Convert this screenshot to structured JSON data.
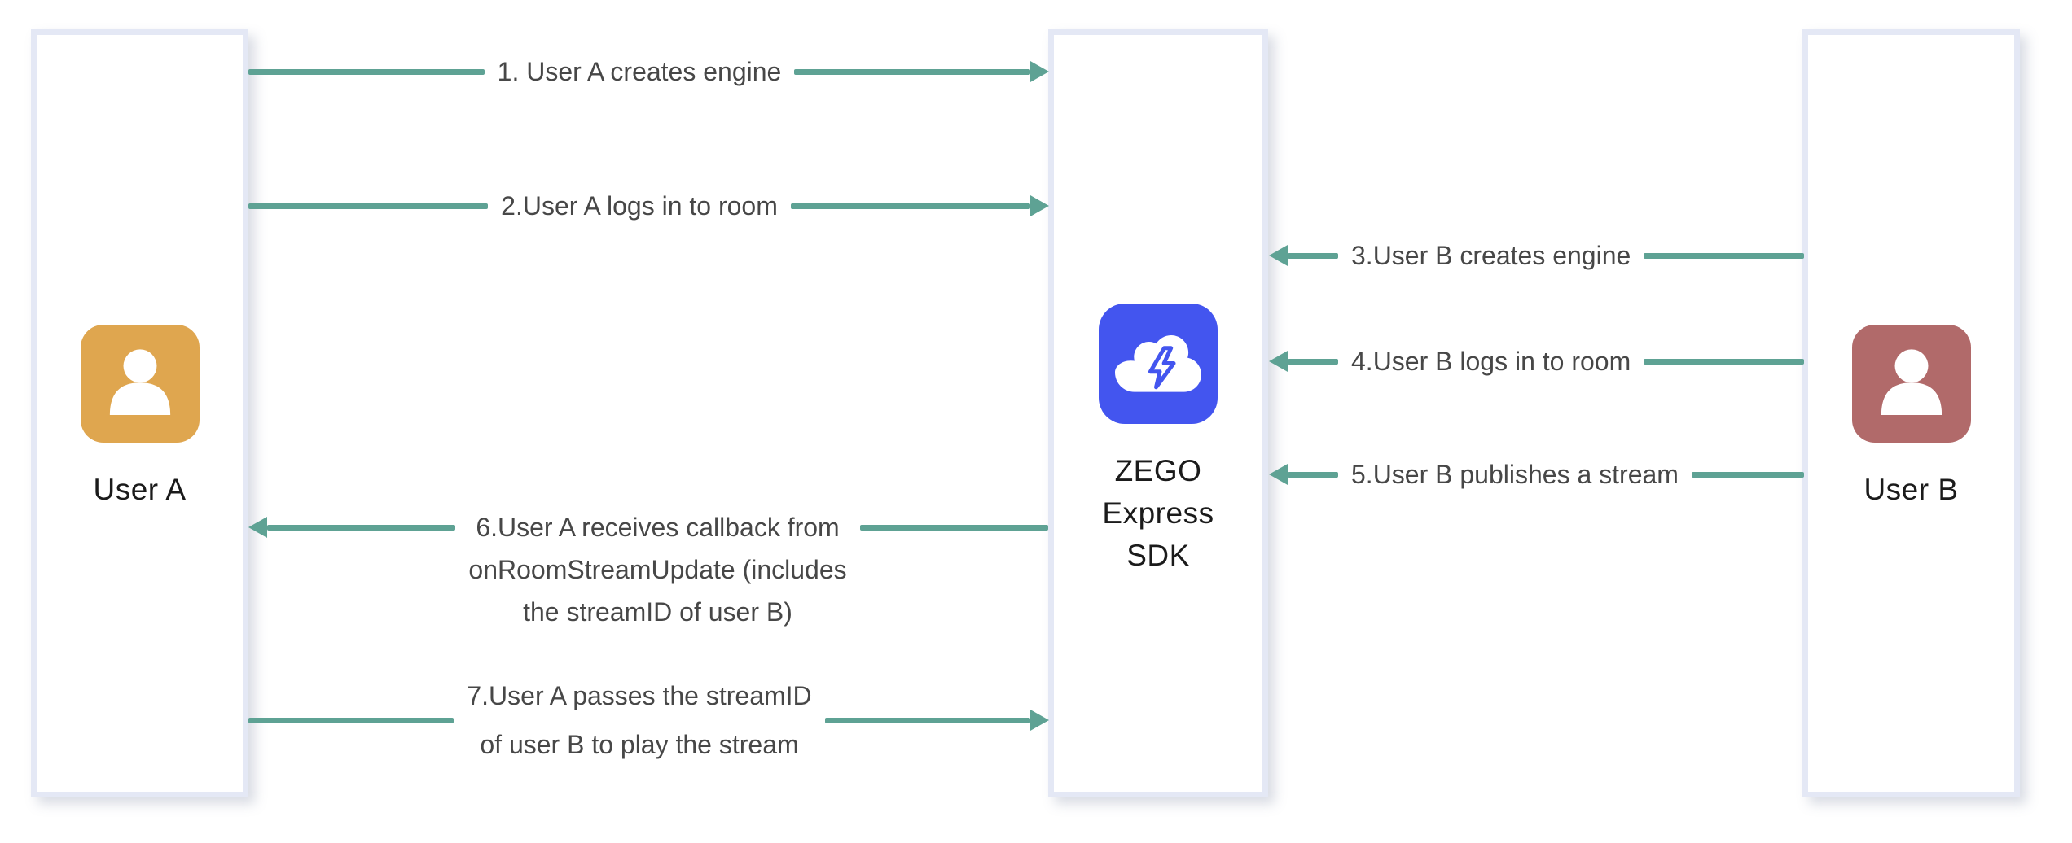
{
  "lanes": {
    "user_a": {
      "label": "User A",
      "icon": "person-icon"
    },
    "sdk": {
      "label": "ZEGO\nExpress\nSDK",
      "icon": "cloud-lightning-icon"
    },
    "user_b": {
      "label": "User B",
      "icon": "person-icon"
    }
  },
  "arrows": [
    {
      "label": "1. User A creates engine",
      "direction": "right",
      "from": "User A",
      "to": "ZEGO Express SDK"
    },
    {
      "label": "2.User A logs in to room",
      "direction": "right",
      "from": "User A",
      "to": "ZEGO Express SDK"
    },
    {
      "label": "3.User B creates engine",
      "direction": "left",
      "from": "User B",
      "to": "ZEGO Express SDK"
    },
    {
      "label": "4.User B logs in to room",
      "direction": "left",
      "from": "User B",
      "to": "ZEGO Express SDK"
    },
    {
      "label": "5.User B publishes a stream",
      "direction": "left",
      "from": "User B",
      "to": "ZEGO Express SDK"
    },
    {
      "label": "6.User A receives callback from\nonRoomStreamUpdate (includes\nthe streamID of user B)",
      "direction": "left",
      "from": "ZEGO Express SDK",
      "to": "User A"
    },
    {
      "label": "7.User A passes the streamID\nof user B to play the stream",
      "direction": "right",
      "from": "User A",
      "to": "ZEGO Express SDK"
    }
  ],
  "colors": {
    "arrow": "#5EA294",
    "box_border": "#E4E8F5",
    "user_a_icon": "#DFA64F",
    "user_b_icon": "#B16A6A",
    "sdk_icon": "#4355EF",
    "arrow_label_text": "#474747",
    "lane_label_text": "#1B1B1B"
  }
}
